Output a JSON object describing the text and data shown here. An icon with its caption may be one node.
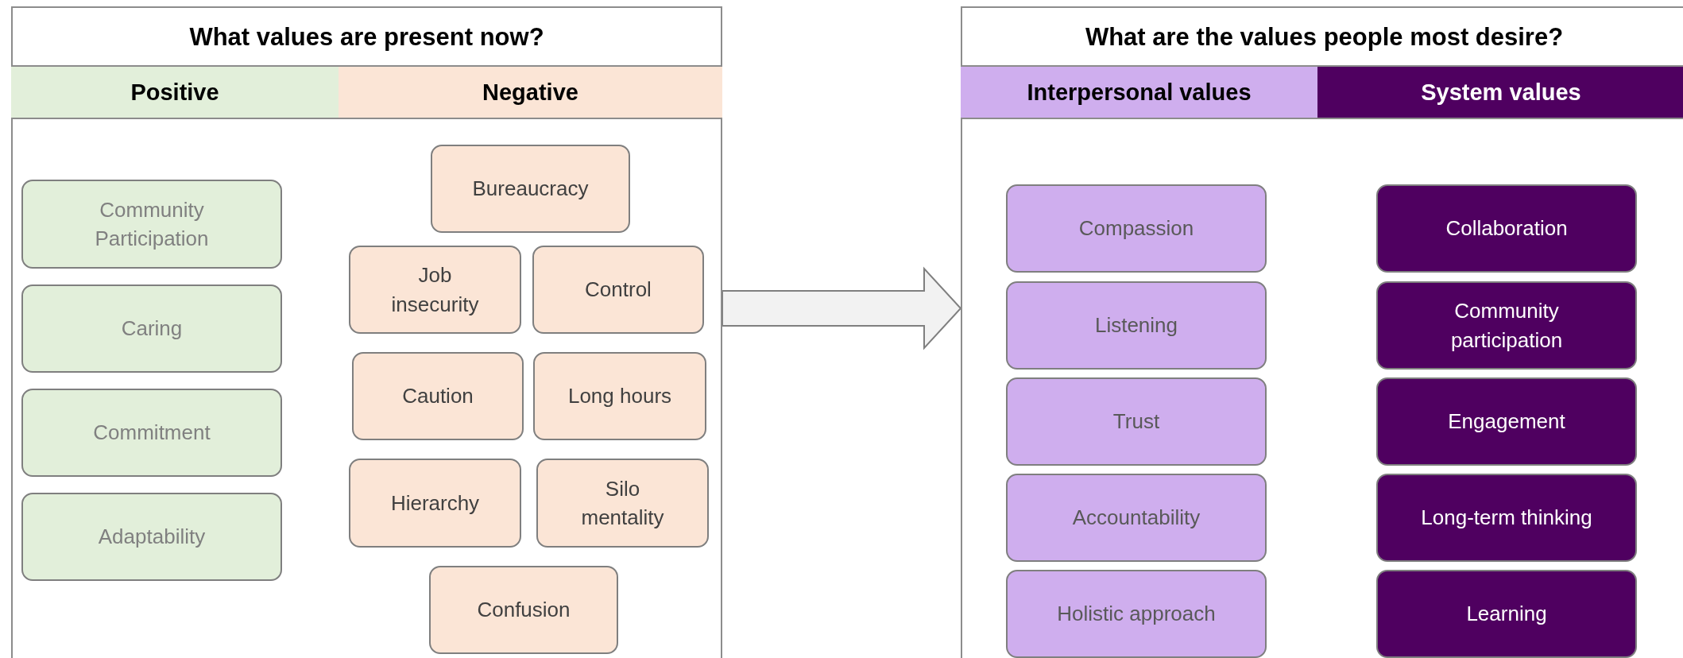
{
  "diagram": {
    "nodes": [
      {
        "text": [
          "What values are present now?"
        ]
      },
      {
        "text": [
          "Positive"
        ],
        "in": 0
      },
      {
        "text": [
          "Negative"
        ],
        "in": 0
      },
      {
        "text": [
          "Community Participation"
        ],
        "in": 0
      },
      {
        "text": [
          "Caring"
        ],
        "in": 0
      },
      {
        "text": [
          "Commitment"
        ],
        "in": 0
      },
      {
        "text": [
          "Adaptability"
        ],
        "in": 0
      },
      {
        "text": [
          "Bureaucracy"
        ],
        "in": 0
      },
      {
        "text": [
          "Job insecurity"
        ],
        "in": 0
      },
      {
        "text": [
          "Control"
        ],
        "in": 0
      },
      {
        "text": [
          "Caution"
        ],
        "in": 0
      },
      {
        "text": [
          "Long hours"
        ],
        "in": 0
      },
      {
        "text": [
          "Hierarchy"
        ],
        "in": 0
      },
      {
        "text": [
          "Silo mentality"
        ],
        "in": 0
      },
      {
        "text": [
          "Confusion"
        ],
        "in": 0
      },
      {
        "text": [
          "What are the values people most desire?"
        ]
      },
      {
        "text": [
          "Interpersonal values"
        ],
        "in": 15
      },
      {
        "text": [
          "System values"
        ],
        "in": 15
      },
      {
        "text": [
          "Compassion"
        ],
        "in": 15
      },
      {
        "text": [
          "Listening"
        ],
        "in": 15
      },
      {
        "text": [
          "Trust"
        ],
        "in": 15
      },
      {
        "text": [
          "Accountability"
        ],
        "in": 15
      },
      {
        "text": [
          "Holistic approach"
        ],
        "in": 15
      },
      {
        "text": [
          "Collaboration"
        ],
        "in": 15
      },
      {
        "text": [
          "Community participation"
        ],
        "in": 15
      },
      {
        "text": [
          "Engagement"
        ],
        "in": 15
      },
      {
        "text": [
          "Long-term thinking"
        ],
        "in": 15
      },
      {
        "text": [
          "Learning"
        ],
        "in": 15
      }
    ],
    "edges": [
      {
        "from": 0,
        "to": 15,
        "arrow": "to"
      }
    ]
  }
}
